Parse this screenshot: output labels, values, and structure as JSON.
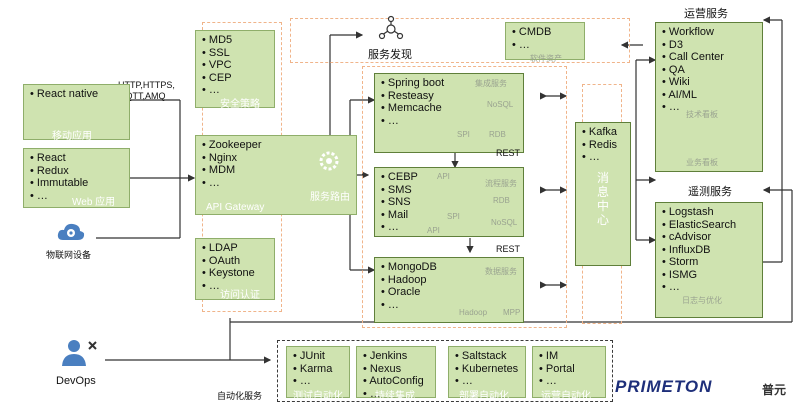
{
  "top_labels": {
    "ops": "运营服务",
    "monitor": "遥测服务",
    "discovery": "服务发现"
  },
  "protocols": {
    "line1": "HTTP,HTTPS,",
    "line2": "MQTT,AMQ"
  },
  "iot_label": "物联网设备",
  "devops_label": "DevOps",
  "automation_label": "自动化服务",
  "rest_labels": [
    "REST",
    "REST"
  ],
  "cmdb": {
    "items": [
      "CMDB",
      "…"
    ],
    "caption": "软件资产"
  },
  "mobile": {
    "items": [
      "React native"
    ],
    "caption": "移动应用"
  },
  "web": {
    "items": [
      "React",
      "Redux",
      "Immutable",
      "…"
    ],
    "caption": "Web 应用"
  },
  "security": {
    "items": [
      "MD5",
      "SSL",
      "VPC",
      "CEP",
      "…"
    ],
    "caption": "安全策略"
  },
  "gateway": {
    "items": [
      "Zookeeper",
      "Nginx",
      "MDM",
      "…"
    ],
    "caption": "API Gateway",
    "route_caption": "服务路由"
  },
  "auth": {
    "items": [
      "LDAP",
      "OAuth",
      "Keystone",
      "…"
    ],
    "caption": "访问认证"
  },
  "integration": {
    "items": [
      "Spring boot",
      "Resteasy",
      "Memcache",
      "…"
    ],
    "caption": "集成服务",
    "sub": [
      "NoSQL",
      "SPI",
      "RDB"
    ]
  },
  "process": {
    "items": [
      "CEBP",
      "SMS",
      "SNS",
      "Mail",
      "…"
    ],
    "caption": "流程服务",
    "sub": [
      "API",
      "SPI",
      "RDB",
      "NoSQL",
      "API"
    ]
  },
  "data": {
    "items": [
      "MongoDB",
      "Hadoop",
      "Oracle",
      "…"
    ],
    "caption": "数据服务",
    "sub": [
      "Hadoop",
      "MPP"
    ]
  },
  "mq": {
    "items": [
      "Kafka",
      "Redis",
      "…"
    ],
    "caption": "消息中心"
  },
  "ops": {
    "items": [
      "Workflow",
      "D3",
      "Call Center",
      "QA",
      "Wiki",
      "AI/ML",
      "…"
    ],
    "captions": [
      "技术看板",
      "业务看板"
    ]
  },
  "monitor": {
    "items": [
      "Logstash",
      "ElasticSearch",
      "cAdvisor",
      "InfluxDB",
      "Storm",
      "ISMG",
      "…"
    ],
    "caption": "日志与优化"
  },
  "auto": [
    {
      "items": [
        "JUnit",
        "Karma",
        "…"
      ],
      "caption": "测试自动化"
    },
    {
      "items": [
        "Jenkins",
        "Nexus",
        "AutoConfig",
        "…"
      ],
      "caption": "持续集成"
    },
    {
      "items": [
        "Saltstack",
        "Kubernetes",
        "…"
      ],
      "caption": "部署自动化"
    },
    {
      "items": [
        "IM",
        "Portal",
        "…"
      ],
      "caption": "运营自动化"
    }
  ],
  "logo": {
    "brand": "PRIMETON",
    "suffix": "普元"
  }
}
